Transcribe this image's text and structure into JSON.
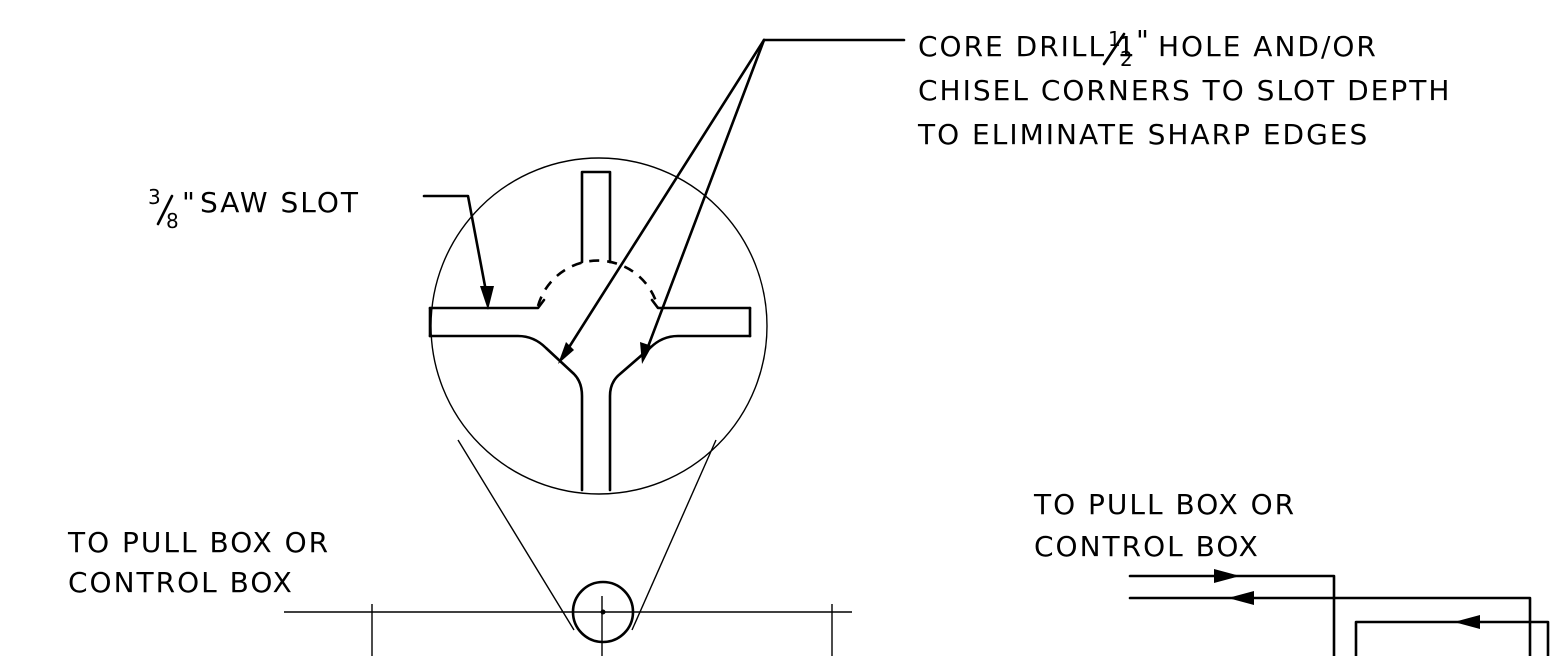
{
  "callouts": {
    "core_drill": [
      "CORE DRILL 1",
      "HOLE AND/OR",
      "CHISEL CORNERS TO SLOT DEPTH",
      "TO ELIMINATE SHARP EDGES"
    ],
    "core_drill_fraction": {
      "whole": "1",
      "num": "1",
      "den": "2",
      "unit": "\""
    },
    "saw_slot": "SAW SLOT",
    "saw_slot_fraction": {
      "num": "3",
      "den": "8",
      "unit": "\""
    },
    "pull_box_left": [
      "TO PULL BOX OR",
      "CONTROL BOX"
    ],
    "pull_box_right": [
      "TO PULL BOX OR",
      "CONTROL BOX"
    ]
  }
}
